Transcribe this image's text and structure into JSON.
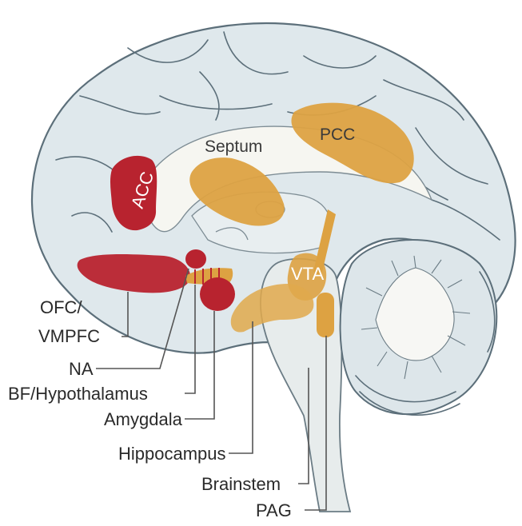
{
  "regions": {
    "acc": "ACC",
    "pcc": "PCC",
    "septum": "Septum",
    "vta": "VTA",
    "ofc_line1": "OFC/",
    "ofc_line2": "VMPFC",
    "na": "NA",
    "bf": "BF/Hypothalamus",
    "amygdala": "Amygdala",
    "hippocampus": "Hippocampus",
    "brainstem": "Brainstem",
    "pag": "PAG"
  },
  "colors": {
    "red_region": "#b8232f",
    "orange_region": "#dda242",
    "brain_fill": "#dfe8ec",
    "outline": "#5c6f7a"
  }
}
